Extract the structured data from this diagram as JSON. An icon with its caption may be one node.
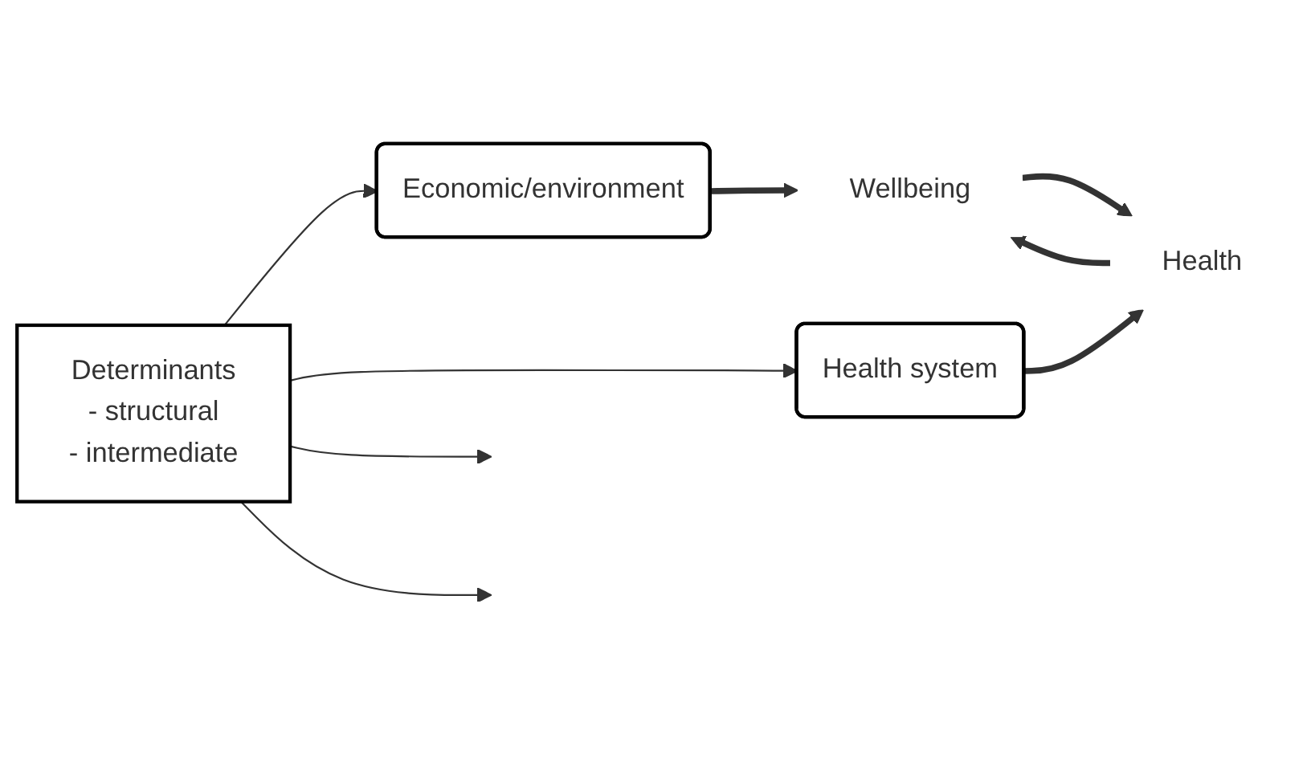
{
  "diagram": {
    "nodes": [
      {
        "text": [
          "Determinants",
          "- structural",
          "- intermediate"
        ]
      },
      {
        "text": [
          "Economic/environment"
        ]
      },
      {
        "text": [
          "Wellbeing"
        ]
      },
      {
        "text": [
          "Health"
        ]
      },
      {
        "text": [
          "Health system"
        ]
      }
    ],
    "edges": [
      {
        "from": 0,
        "to": 1,
        "arrow": "to"
      },
      {
        "from": 0,
        "to": 4,
        "arrow": "to"
      },
      {
        "from": 1,
        "to": 2,
        "arrow": "to",
        "style": "thick"
      },
      {
        "from": 2,
        "to": 3,
        "arrow": "to",
        "style": "thick"
      },
      {
        "from": 3,
        "to": 2,
        "arrow": "to",
        "style": "thick"
      },
      {
        "from": 4,
        "to": 3,
        "arrow": "to",
        "style": "thick"
      },
      {
        "from": 0,
        "to": null,
        "arrow": "to"
      },
      {
        "from": 0,
        "to": null,
        "arrow": "to"
      }
    ]
  }
}
